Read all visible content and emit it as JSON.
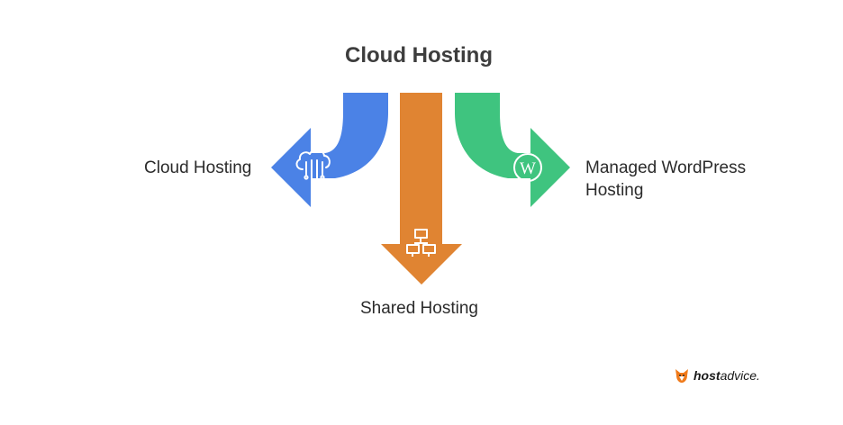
{
  "title": "Cloud Hosting",
  "branches": [
    {
      "label": "Cloud Hosting",
      "icon": "cloud-circuit-icon",
      "color": "#4b82e6"
    },
    {
      "label": "Shared Hosting",
      "icon": "network-icon",
      "color": "#e08432"
    },
    {
      "label": "Managed WordPress Hosting",
      "icon": "wordpress-icon",
      "color": "#3fc47f"
    }
  ],
  "logo": {
    "bold": "host",
    "rest": "advice."
  }
}
